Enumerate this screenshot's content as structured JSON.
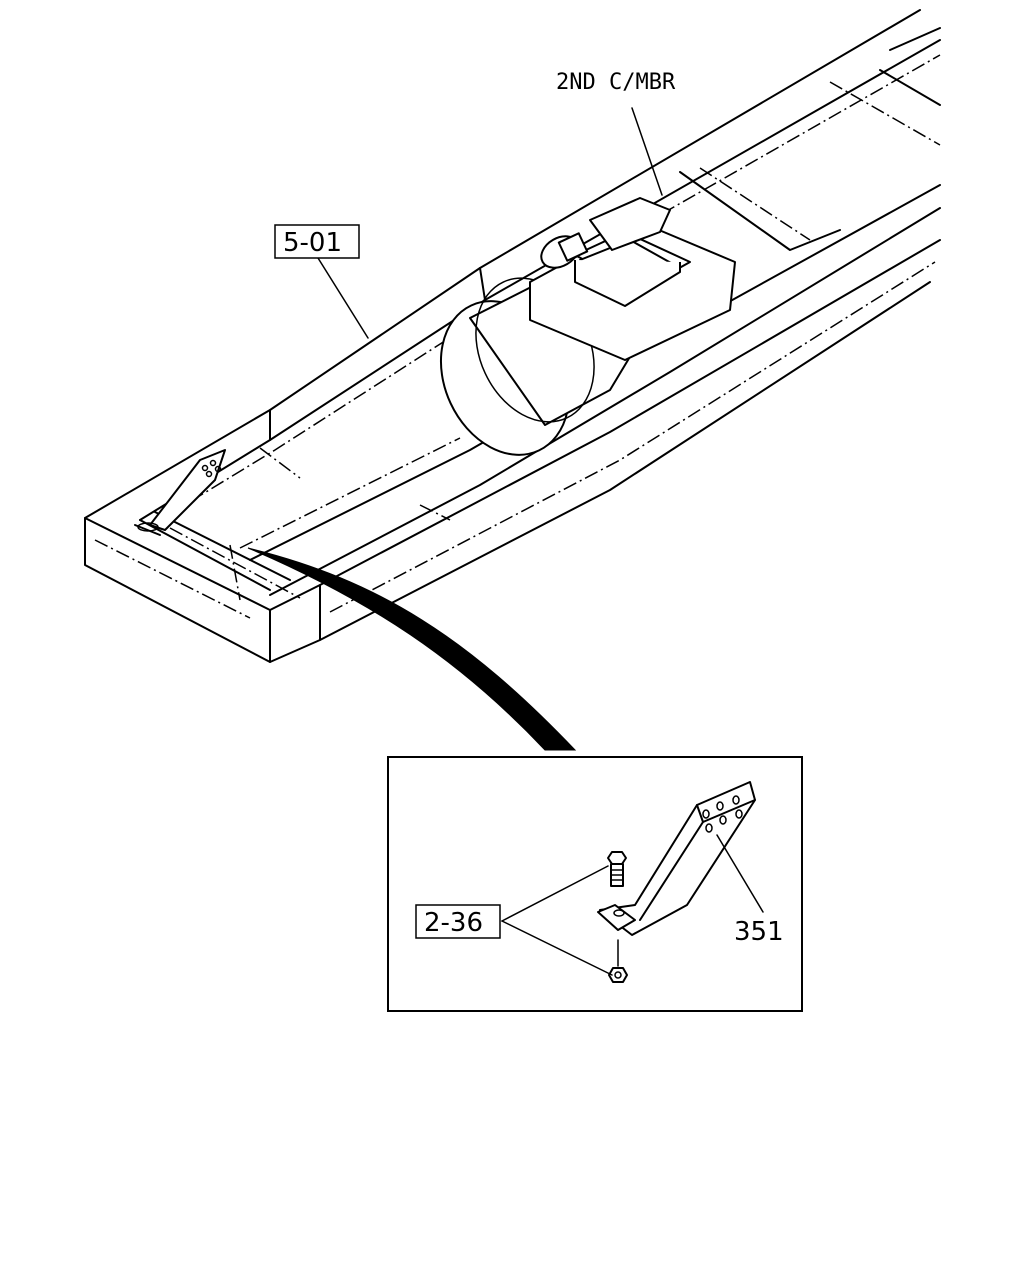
{
  "labels": {
    "crossmember": "2ND C/MBR",
    "ref_frame": "5-01",
    "ref_fasteners": "2-36",
    "part_bracket": "351"
  }
}
